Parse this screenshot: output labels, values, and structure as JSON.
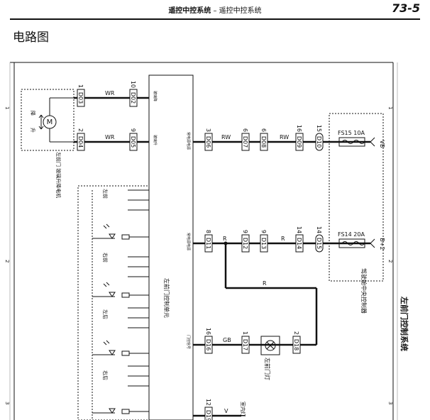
{
  "header": {
    "title_strong": "遥控中控系统",
    "title_sep": " – ",
    "title_rest": "遥控中控系统",
    "page_number": "73-5"
  },
  "section_title": "电路图",
  "side_title": "左前门控制系统",
  "ruler": {
    "left": [
      "1",
      "2",
      "3"
    ],
    "right": [
      "1",
      "2",
      "3"
    ]
  },
  "motor": {
    "symbol": "M",
    "label_up": "降",
    "label_down": "升",
    "name": "左前门\n玻璃升降电机"
  },
  "connectors": {
    "D03_1": {
      "pin": "1",
      "code": "D03"
    },
    "D04_2": {
      "pin": "2",
      "code": "D04"
    },
    "D02_10": {
      "pin": "10",
      "code": "D02"
    },
    "D05_9": {
      "pin": "9",
      "code": "D05"
    },
    "D06_3": {
      "pin": "3",
      "code": "D06"
    },
    "D07_6": {
      "pin": "6",
      "code": "D07"
    },
    "D08_6": {
      "pin": "6",
      "code": "D08"
    },
    "D09_16": {
      "pin": "16",
      "code": "D09"
    },
    "D10_15": {
      "pin": "15",
      "code": "D10"
    },
    "D11_8": {
      "pin": "8",
      "code": "D11"
    },
    "D12_9": {
      "pin": "9",
      "code": "D12"
    },
    "D13_9": {
      "pin": "9",
      "code": "D13"
    },
    "D14_14": {
      "pin": "14",
      "code": "D14"
    },
    "D15_14": {
      "pin": "14",
      "code": "D15"
    },
    "D16_16": {
      "pin": "16",
      "code": "D16"
    },
    "D17_1": {
      "pin": "1",
      "code": "D17"
    },
    "D18_2": {
      "pin": "2",
      "code": "D18"
    },
    "D19_12": {
      "pin": "12",
      "code": "D19"
    }
  },
  "wires": {
    "motor_up": "WR",
    "motor_down": "WR",
    "battery_top_1": "RW",
    "battery_top_2": "RW",
    "power_1": "R",
    "power_2": "R",
    "power_3": "R",
    "lamp": "GB",
    "bottom": "V"
  },
  "fuses": {
    "top": "FS15 10A",
    "bottom": "FS14 20A"
  },
  "terminals": {
    "top": "VB",
    "bottom": "B+2"
  },
  "control_unit": "左前门控制单元",
  "central_unit": "驾驶舱中央控制器",
  "lamp_label": "左前门灯",
  "switch_labels": [
    "左前",
    "右前",
    "左后",
    "右后"
  ],
  "unit_pin_labels": [
    "玻璃降",
    "玻璃升",
    "常电源电源",
    "常电源电源",
    "门控信号"
  ],
  "bottom_label": "室内灯"
}
